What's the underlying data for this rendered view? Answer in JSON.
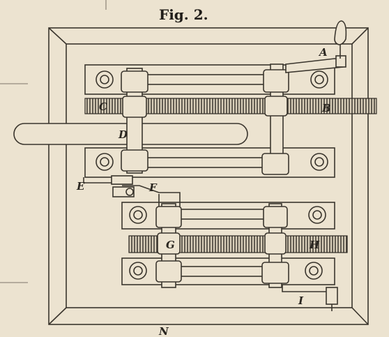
{
  "figure": {
    "title": "Fig. 2."
  },
  "labels": {
    "A": "A",
    "B": "B",
    "C": "C",
    "D": "D",
    "E": "E",
    "F": "F",
    "G": "G",
    "H": "H",
    "I": "I",
    "N": "N"
  },
  "colors": {
    "paper": "#ece3d0",
    "ink": "#3a352d"
  }
}
